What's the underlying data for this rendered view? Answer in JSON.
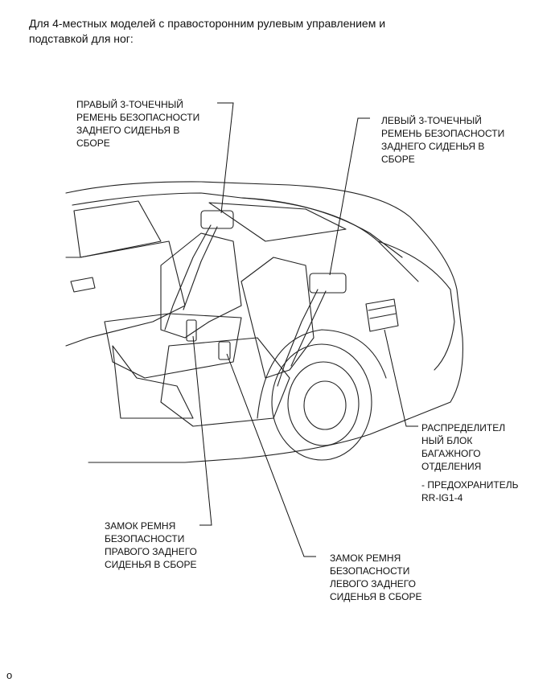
{
  "intro": {
    "line1": "Для 4-местных моделей с правосторонним рулевым управлением и",
    "line2": "подставкой для ног:"
  },
  "callouts": {
    "right_belt": [
      "ПРАВЫЙ 3-ТОЧЕЧНЫЙ",
      "РЕМЕНЬ БЕЗОПАСНОСТИ",
      "ЗАДНЕГО СИДЕНЬЯ В",
      "СБОРЕ"
    ],
    "left_belt": [
      "ЛЕВЫЙ 3-ТОЧЕЧНЫЙ",
      "РЕМЕНЬ БЕЗОПАСНОСТИ",
      "ЗАДНЕГО СИДЕНЬЯ В",
      "СБОРЕ"
    ],
    "junction_block": [
      "РАСПРЕДЕЛИТЕЛ",
      "НЫЙ БЛОК",
      "БАГАЖНОГО",
      "ОТДЕЛЕНИЯ"
    ],
    "fuse": [
      "- ПРЕДОХРАНИТЕЛЬ",
      "RR-IG1-4"
    ],
    "right_buckle": [
      "ЗАМОК РЕМНЯ",
      "БЕЗОПАСНОСТИ",
      "ПРАВОГО ЗАДНЕГО",
      "СИДЕНЬЯ В СБОРЕ"
    ],
    "left_buckle": [
      "ЗАМОК РЕМНЯ",
      "БЕЗОПАСНОСТИ",
      "ЛЕВОГО ЗАДНЕГО",
      "СИДЕНЬЯ В СБОРЕ"
    ]
  },
  "footer": "o"
}
